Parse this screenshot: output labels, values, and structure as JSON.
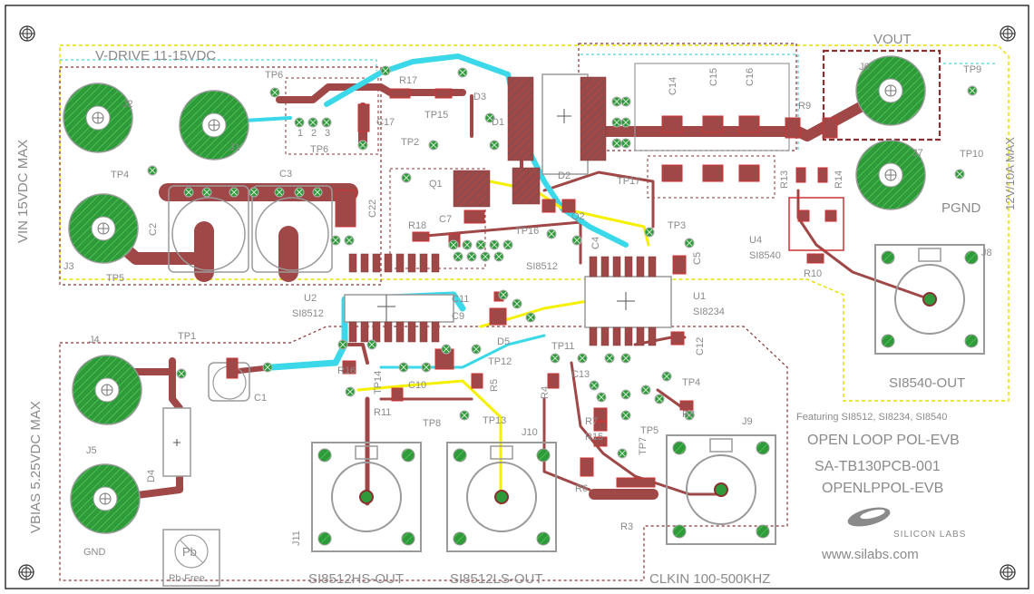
{
  "board": {
    "zones": {
      "vdrive": "V-DRIVE 11-15VDC",
      "vin": "VIN 15VDC MAX",
      "vbias": "VBIAS  5.25VDC MAX",
      "vout_rating": "12V/10A MAX"
    },
    "title_block": {
      "featuring": "Featuring SI8512, SI8234, SI8540",
      "name": "OPEN LOOP POL-EVB",
      "part_no": "SA-TB130PCB-001",
      "alt_name": "OPENLPPOL-EVB",
      "logo_text": "SILICON LABS",
      "url": "www.silabs.com"
    },
    "connectors": {
      "hs_out": "SI8512HS-OUT",
      "ls_out": "SI8512LS-OUT",
      "clkin": "CLKIN 100-500KHZ",
      "si8540_out": "SI8540-OUT"
    },
    "pads": {
      "vout": "VOUT",
      "pgnd": "PGND",
      "gnd": "GND",
      "pb_free": "Pb-Free",
      "pb": "Pb"
    },
    "refdes": {
      "j1": "J1",
      "j2": "J2",
      "j3": "J3",
      "j4": "J4",
      "j5": "J5",
      "j6": "J6",
      "j7": "J7",
      "j8": "J8",
      "j9": "J9",
      "j10": "J10",
      "j11": "J11",
      "tp1": "TP1",
      "tp2": "TP2",
      "tp3": "TP3",
      "tp4": "TP4",
      "tp5": "TP5",
      "tp6a": "TP6",
      "tp6b": "TP6",
      "tp7": "TP7",
      "tp8": "TP8",
      "tp9": "TP9",
      "tp10": "TP10",
      "tp11": "TP11",
      "tp12": "TP12",
      "tp13": "TP13",
      "tp14": "TP14",
      "tp15": "TP15",
      "tp16": "TP16",
      "tp17": "TP17",
      "r3": "R3",
      "r4": "R4",
      "r5": "R5",
      "r6": "R6",
      "r7": "R7",
      "r8": "R8",
      "r9": "R9",
      "r10": "R10",
      "r11": "R11",
      "r13": "R13",
      "r14": "R14",
      "r15": "R15",
      "r16": "R16",
      "r17": "R17",
      "r18": "R18",
      "c1": "C1",
      "c2": "C2",
      "c3": "C3",
      "c4": "C4",
      "c5": "C5",
      "c7": "C7",
      "c9": "C9",
      "c10": "C10",
      "c11": "C11",
      "c12": "C12",
      "c13": "C13",
      "c14": "C14",
      "c15": "C15",
      "c16": "C16",
      "c17": "C17",
      "c22": "C22",
      "d1": "D1",
      "d2": "D2",
      "d3": "D3",
      "d4": "D4",
      "d5": "D5",
      "q1": "Q1",
      "q2": "Q2",
      "u1": "U1",
      "u2": "U2",
      "u4": "U4",
      "u1_part": "SI8234",
      "u2_part": "SI8512",
      "u4_part": "SI8540",
      "u2_silk": "SI8512",
      "pin1": "1",
      "pin2": "2",
      "pin3": "3"
    }
  }
}
